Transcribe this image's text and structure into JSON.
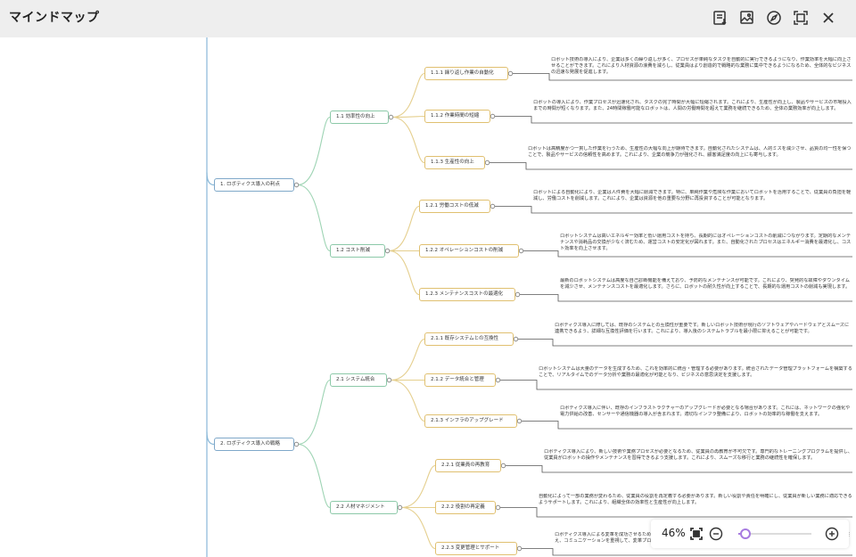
{
  "app": {
    "title": "マインドマップ"
  },
  "toolbar": {
    "icons": [
      "export-icon",
      "image-export-icon",
      "compass-icon",
      "fullscreen-icon",
      "close-icon"
    ]
  },
  "mindmap": {
    "nodes": {
      "r1": "1. ロボティクス導入の利点",
      "r2": "2. ロボティクス導入の戦略",
      "s11": "1.1 効率性の向上",
      "s12": "1.2 コスト削減",
      "s21": "2.1 システム統合",
      "s22": "2.2 人材マネジメント",
      "t111": "1.1.1 繰り返し作業の自動化",
      "t112": "1.1.2 作業時間の短縮",
      "t113": "1.1.3 生産性の向上",
      "t121": "1.2.1 労働コストの低減",
      "t122": "1.2.2 オペレーションコストの削減",
      "t123": "1.2.3 メンテナンスコストの最適化",
      "t211": "2.1.1 既存システムとの互換性",
      "t212": "2.1.2 データ統合と管理",
      "t213": "2.1.3 インフラのアップグレード",
      "t221": "2.2.1 従業員の再教育",
      "t222": "2.2.2 役割の再定義",
      "t223": "2.2.3 変更管理とサポート"
    },
    "notes": {
      "t111": "ロボット技術の導入により、企業は多くの繰り返しが多く、プロセスが単純なタスクを自動的に実行できるようになり、作業効率を大幅に向上させることができます。これにより人材資源の浪費を減らし、従業員はより創造的で戦略的な業務に集中できるようになるため、全体的なビジネスの迅速な発展を促進します。",
      "t112": "ロボットの導入により、作業プロセスが迅速化され、タスクの完了時間が大幅に短縮されます。これにより、生産性が向上し、製品やサービスの市場投入までの時間が短くなります。また、24時間稼働可能なロボットは、人間の労働時間を超えて業務を継続できるため、全体の業務効率が向上します。",
      "t113": "ロボットは高精度かつ一貫した作業を行うため、生産性の大幅な向上が期待できます。自動化されたシステムは、人的ミスを減少させ、品質の均一性を保つことで、製品やサービスの信頼性を高めます。これにより、企業の競争力が強化され、顧客満足度の向上にも寄与します。",
      "t121": "ロボットによる自動化により、企業は人件費を大幅に削減できます。特に、単純作業や危険な作業においてロボットを活用することで、従業員の負担を軽減し、労働コストを削減します。これにより、企業は資源を他の重要な分野に再投資することが可能となります。",
      "t122": "ロボットシステムは高いエネルギー効率と低い運用コストを持ち、長期的にはオペレーションコストの削減につながります。定期的なメンテナンスや消耗品の交換が少なく済むため、運営コストの安定化が図れます。また、自動化されたプロセスはエネルギー消費を最適化し、コスト効率を向上させます。",
      "t123": "最新のロボットシステムは高度な自己診断機能を備えており、予防的なメンテナンスが可能です。これにより、突発的な故障やダウンタイムを減少させ、メンテナンスコストを最適化します。さらに、ロボットの耐久性が向上することで、長期的な運用コストの削減も実現します。",
      "t211": "ロボティクス導入に際しては、既存のシステムとの互換性が重要です。新しいロボット技術が現行のソフトウェアやハードウェアとスムーズに連携できるよう、詳細な互換性評価を行います。これにより、導入後のシステムトラブルを最小限に抑えることが可能です。",
      "t212": "ロボットシステムは大量のデータを生成するため、これを効率的に統合・管理する必要があります。統合されたデータ管理プラットフォームを構築することで、リアルタイムでのデータ分析や業務の最適化が可能となり、ビジネスの意思決定を支援します。",
      "t213": "ロボティクス導入に伴い、既存のインフラストラクチャーのアップグレードが必要となる場合があります。これには、ネットワークの強化や電力供給の改善、センサーや通信機器の導入が含まれます。適切なインフラ整備により、ロボットの効率的な稼働を支えます。",
      "t221": "ロボティクス導入により、新しい技術や業務プロセスが必要となるため、従業員の再教育が不可欠です。専門的なトレーニングプログラムを提供し、従業員がロボットの操作やメンテナンスを習得できるよう支援します。これにより、スムーズな移行と業務の継続性を確保します。",
      "t222": "自動化によって一部の業務が変わるため、従業員の役割を再定義する必要があります。新しい役割や責任を明確にし、従業員が新しい業務に適応できるようサポートします。これにより、組織全体の効率性と生産性が向上します。",
      "t223": "ロボティクス導入による変革を成功させるためには、適切な変更管理とサポートが必要です。従業員の不安を解消するためのサポート体制を整え、コミュニケーションを重視して、変革プロセスを円滑に進めます。"
    }
  },
  "zoom": {
    "level_text": "46%",
    "level": 0.46
  },
  "colors": {
    "level1": "#7fa8c9",
    "level2": "#8cc9a8",
    "level3": "#e0c070",
    "connector_main": "#8ab8d8",
    "connector_l2": "#9ed4b4",
    "connector_l3": "#e5cf8e",
    "slider": "#a77be0"
  }
}
